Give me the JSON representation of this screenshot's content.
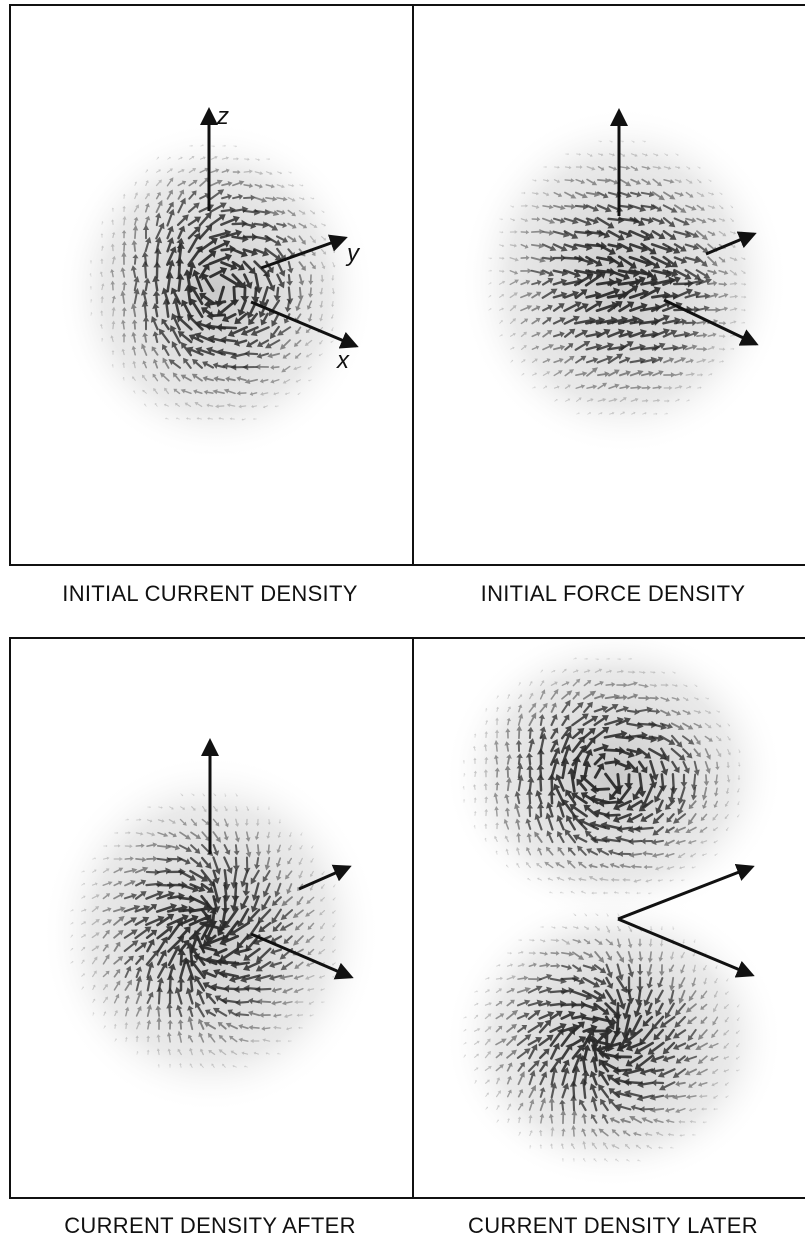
{
  "panels": [
    {
      "id": "p1",
      "caption": "INITIAL CURRENT DENSITY",
      "field": "current_initial",
      "axis_labels": {
        "z": "z",
        "y": "y",
        "x": "x"
      }
    },
    {
      "id": "p2",
      "caption": "INITIAL FORCE DENSITY",
      "field": "force_initial",
      "axis_labels": null
    },
    {
      "id": "p3",
      "caption": "CURRENT DENSITY AFTER",
      "field": "current_after",
      "axis_labels": null
    },
    {
      "id": "p4",
      "caption": "CURRENT DENSITY LATER",
      "field": "current_later",
      "axis_labels": null
    }
  ],
  "colors": {
    "frame": "#111111",
    "axis": "#111111",
    "arrow_dark": "#222222",
    "arrow_mid": "#666666",
    "arrow_light": "#9a9a9a",
    "glow": "#bdbdbd"
  },
  "icons": [
    "axis-arrow",
    "vector-arrow"
  ]
}
